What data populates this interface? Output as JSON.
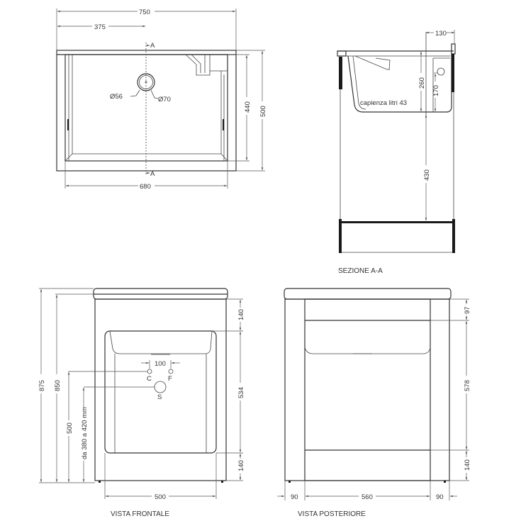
{
  "views": {
    "top": {
      "dim_total_width": "750",
      "dim_half_width": "375",
      "dim_inner_width": "680",
      "dim_inner_depth": "440",
      "dim_total_depth": "500",
      "drain_inner": "Ø56",
      "drain_outer": "Ø70",
      "section_marker_top": "A",
      "section_marker_bottom": "A"
    },
    "section": {
      "title": "SEZIONE A-A",
      "dim_back_offset": "130",
      "dim_basin_depth": "260",
      "dim_overflow_height": "170",
      "dim_basin_to_shelf": "430",
      "capacity_label": "capienza litri 43"
    },
    "front": {
      "title": "VISTA FRONTALE",
      "dim_total_height": "875",
      "dim_body_height": "850",
      "dim_tap_height": "500",
      "dim_drain_range": "da 380 a 420 mm",
      "dim_top_band": "140",
      "dim_opening": "534",
      "dim_bottom_band": "140",
      "dim_opening_width": "500",
      "dim_tap_spacing": "100",
      "tap_hot": "C",
      "tap_cold": "F",
      "drain": "S"
    },
    "rear": {
      "title": "VISTA POSTERIORE",
      "dim_top_band": "97",
      "dim_panel": "578",
      "dim_bottom_band": "140",
      "dim_left": "90",
      "dim_center": "560",
      "dim_right": "90"
    }
  }
}
